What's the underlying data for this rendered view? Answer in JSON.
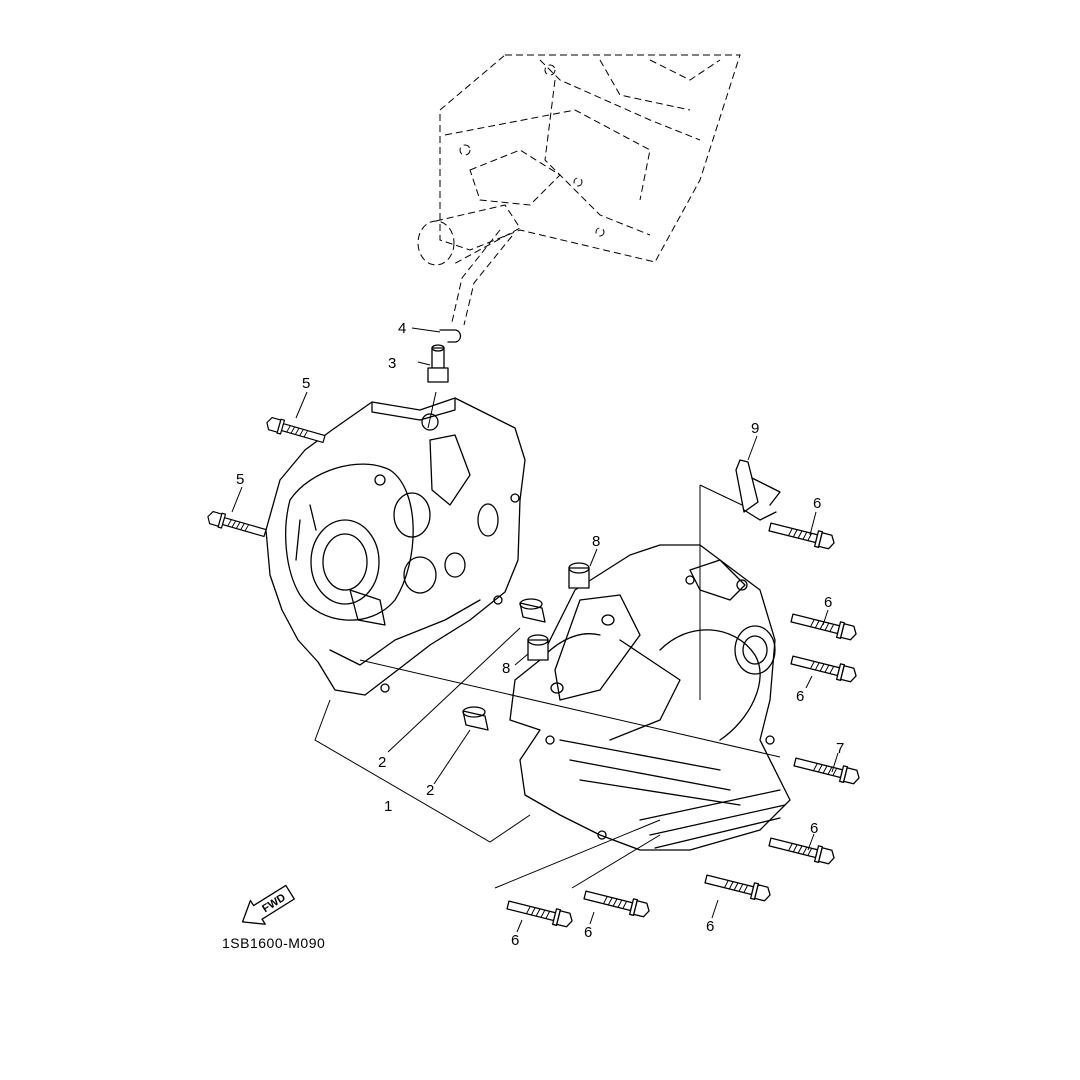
{
  "diagram": {
    "code": "1SB1600-M090",
    "fwd_label": "FWD",
    "callouts": [
      {
        "id": "c1",
        "label": "1"
      },
      {
        "id": "c2a",
        "label": "2"
      },
      {
        "id": "c2b",
        "label": "2"
      },
      {
        "id": "c3",
        "label": "3"
      },
      {
        "id": "c4",
        "label": "4"
      },
      {
        "id": "c5a",
        "label": "5"
      },
      {
        "id": "c5b",
        "label": "5"
      },
      {
        "id": "c6a",
        "label": "6"
      },
      {
        "id": "c6b",
        "label": "6"
      },
      {
        "id": "c6c",
        "label": "6"
      },
      {
        "id": "c6d",
        "label": "6"
      },
      {
        "id": "c6e",
        "label": "6"
      },
      {
        "id": "c6f",
        "label": "6"
      },
      {
        "id": "c6g",
        "label": "6"
      },
      {
        "id": "c7",
        "label": "7"
      },
      {
        "id": "c8a",
        "label": "8"
      },
      {
        "id": "c8b",
        "label": "8"
      },
      {
        "id": "c9",
        "label": "9"
      }
    ]
  }
}
